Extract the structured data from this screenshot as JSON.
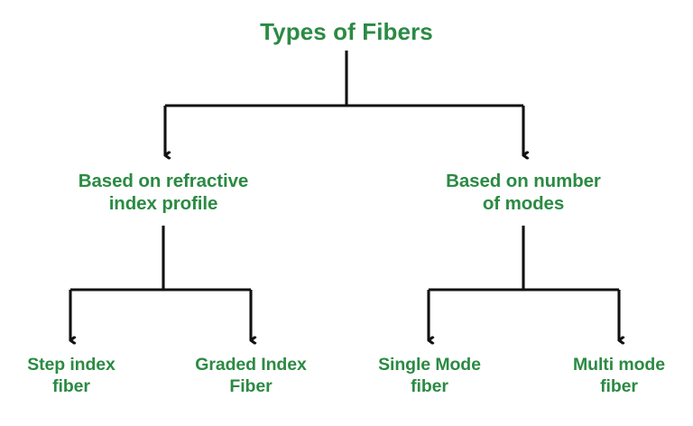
{
  "diagram": {
    "type": "hierarchy-tree",
    "title": "Types of Fibers",
    "accent_color": "#2b8a43",
    "connector_color": "#111111",
    "background_color": "#ffffff",
    "root": {
      "id": "types-of-fibers",
      "label": "Types of Fibers",
      "level": 0
    },
    "level2": [
      {
        "id": "based-on-refractive-index-profile",
        "label": "Based on refractive\nindex profile",
        "line1": "Based on refractive",
        "line2": "index profile",
        "level": 1
      },
      {
        "id": "based-on-number-of-modes",
        "label": "Based on number\nof modes",
        "line1": "Based on number",
        "line2": "of modes",
        "level": 1
      }
    ],
    "leaves": [
      {
        "id": "step-index-fiber",
        "label": "Step index\nfiber",
        "line1": "Step index",
        "line2": "fiber",
        "parent": "based-on-refractive-index-profile",
        "level": 2
      },
      {
        "id": "graded-index-fiber",
        "label": "Graded Index\nFiber",
        "line1": "Graded Index",
        "line2": "Fiber",
        "parent": "based-on-refractive-index-profile",
        "level": 2
      },
      {
        "id": "single-mode-fiber",
        "label": "Single Mode\nfiber",
        "line1": "Single Mode",
        "line2": "fiber",
        "parent": "based-on-number-of-modes",
        "level": 2
      },
      {
        "id": "multi-mode-fiber",
        "label": "Multi mode\nfiber",
        "line1": "Multi mode",
        "line2": "fiber",
        "parent": "based-on-number-of-modes",
        "level": 2
      }
    ]
  }
}
